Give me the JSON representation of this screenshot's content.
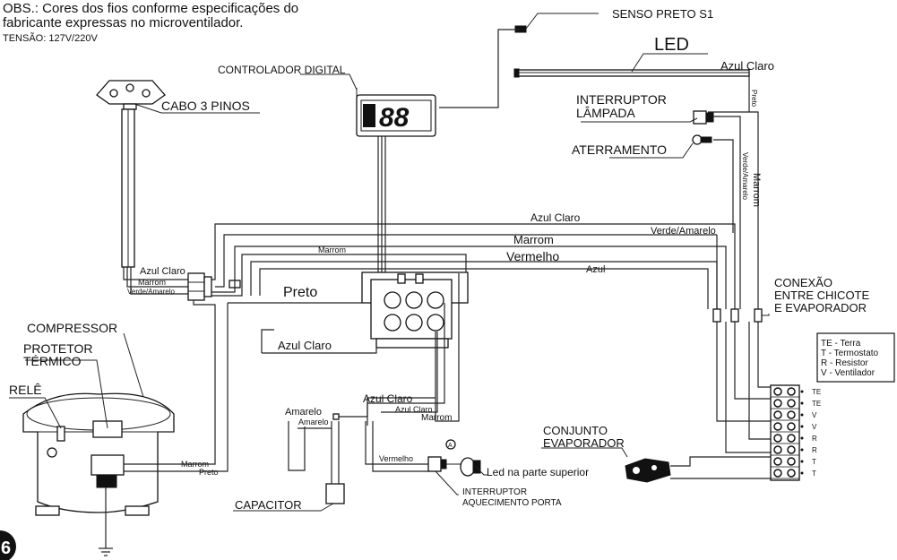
{
  "header": {
    "obs_line1": "OBS.: Cores dos fios conforme especificações do",
    "obs_line2": "fabricante expressas no  microventilador.",
    "voltage": "TENSÃO: 127V/220V"
  },
  "labels": {
    "sensor": "SENSO PRETO S1",
    "led": "LED",
    "controller": "CONTROLADOR DIGITAL",
    "controller_display": "88",
    "cable": "CABO 3 PINOS",
    "lamp_switch_1": "INTERRUPTOR",
    "lamp_switch_2": "LÂMPADA",
    "grounding": "ATERRAMENTO",
    "compressor": "COMPRESSOR",
    "protector_1": "PROTETOR",
    "protector_2": "TÉRMICO",
    "relay": "RELÊ",
    "capacitor": "CAPACITOR",
    "evaporator_1": "CONJUNTO",
    "evaporator_2": "EVAPORADOR",
    "connection_1": "CONEXÃO",
    "connection_2": "ENTRE CHICOTE",
    "connection_3": "E EVAPORADOR",
    "door_switch_1": "INTERRUPTOR",
    "door_switch_2": "AQUECIMENTO PORTA",
    "led_top": "Led na parte superior",
    "page_number": "6"
  },
  "wires": {
    "azul_claro": "Azul Claro",
    "verde_amarelo": "Verde/Amarelo",
    "marrom": "Marrom",
    "vermelho": "Vermelho",
    "azul": "Azul",
    "preto": "Preto",
    "amarelo": "Amarelo",
    "verde_amarelo_vertical": "Verde/Amarelo"
  },
  "legend": [
    {
      "code": "TE",
      "text": "- Terra"
    },
    {
      "code": "T",
      "text": "  - Termostato"
    },
    {
      "code": "R",
      "text": " - Resistor"
    },
    {
      "code": "V",
      "text": " - Ventilador"
    }
  ],
  "terminals": [
    "TE",
    "TE",
    "V",
    "V",
    "R",
    "R",
    "T",
    "T"
  ]
}
